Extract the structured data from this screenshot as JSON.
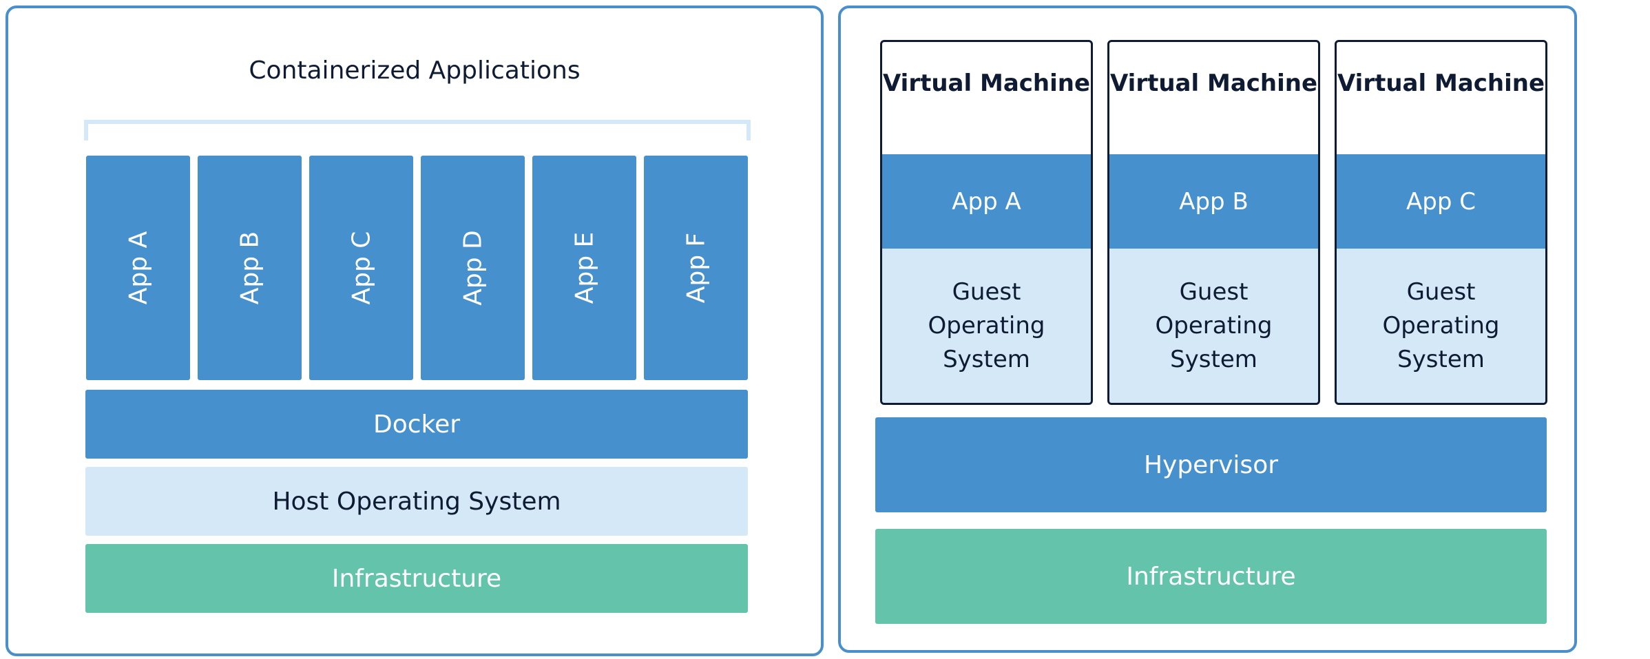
{
  "containers": {
    "title": "Containerized Applications",
    "apps": [
      "App A",
      "App B",
      "App C",
      "App D",
      "App E",
      "App F"
    ],
    "docker": "Docker",
    "host_os": "Host Operating System",
    "infrastructure": "Infrastructure"
  },
  "virtual_machines": {
    "vms": [
      {
        "title": "Virtual Machine",
        "app": "App A",
        "guest_os": [
          "Guest",
          "Operating",
          "System"
        ]
      },
      {
        "title": "Virtual Machine",
        "app": "App B",
        "guest_os": [
          "Guest",
          "Operating",
          "System"
        ]
      },
      {
        "title": "Virtual Machine",
        "app": "App C",
        "guest_os": [
          "Guest",
          "Operating",
          "System"
        ]
      }
    ],
    "hypervisor": "Hypervisor",
    "infrastructure": "Infrastructure"
  },
  "colors": {
    "border": "#4a8fcb",
    "blue": "#4590cd",
    "light_blue": "#d4e8f8",
    "green": "#63c3ab",
    "dark_text": "#0e1b33"
  }
}
